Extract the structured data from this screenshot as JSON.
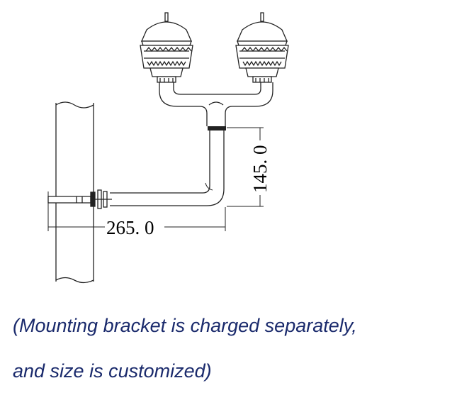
{
  "dimensions": {
    "horizontal_label": "265. 0",
    "vertical_label": "145. 0"
  },
  "caption": {
    "line1": "(Mounting bracket is charged separately,",
    "line2": "and size is customized)"
  }
}
